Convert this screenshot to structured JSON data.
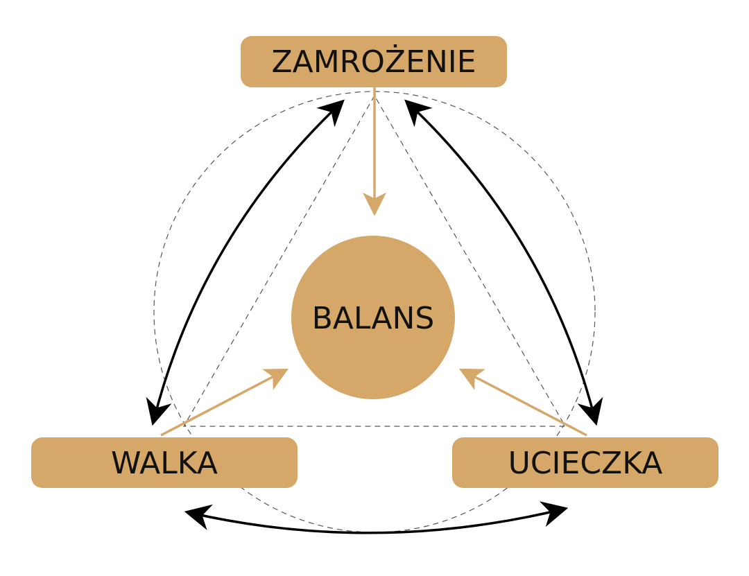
{
  "diagram": {
    "center_label": "BALANS",
    "nodes": {
      "top": "ZAMROŻENIE",
      "left": "WALKA",
      "right": "UCIECZKA"
    },
    "colors": {
      "accent": "#D5A86A",
      "arrow": "#000000",
      "guide": "#555555",
      "text": "#111111",
      "background": "#FFFFFF"
    }
  }
}
